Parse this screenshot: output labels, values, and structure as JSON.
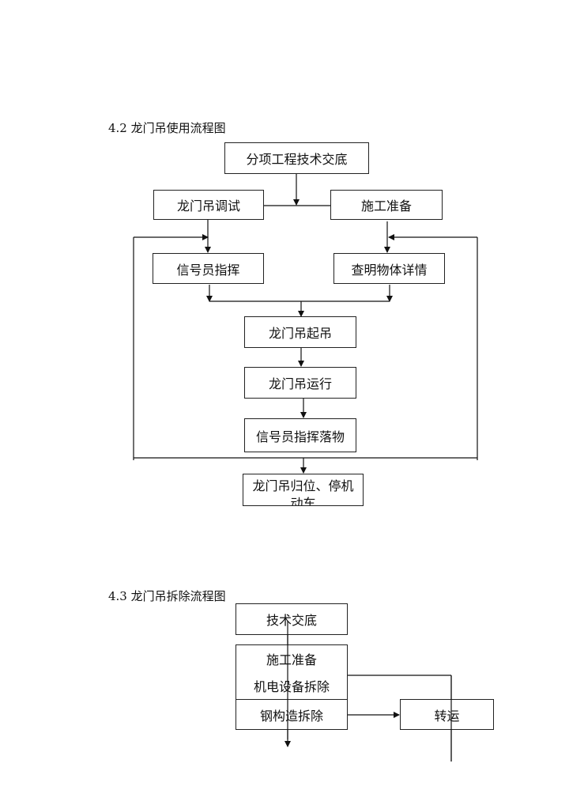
{
  "section1": {
    "heading": "4.2 龙门吊使用流程图",
    "boxes": {
      "briefing": "分项工程技术交底",
      "debug": "龙门吊调试",
      "prep": "施工准备",
      "signal": "信号员指挥",
      "inspect": "查明物体详情",
      "lift": "龙门吊起吊",
      "run": "龙门吊运行",
      "drop": "信号员指挥落物",
      "reset": "龙门吊归位、停机",
      "reset_cut": "动车"
    }
  },
  "section2": {
    "heading": "4.3 龙门吊拆除流程图",
    "boxes": {
      "briefing": "技术交底",
      "prep": "施工准备",
      "electrical": "机电设备拆除",
      "steel": "钢构造拆除",
      "transfer": "转运"
    }
  }
}
